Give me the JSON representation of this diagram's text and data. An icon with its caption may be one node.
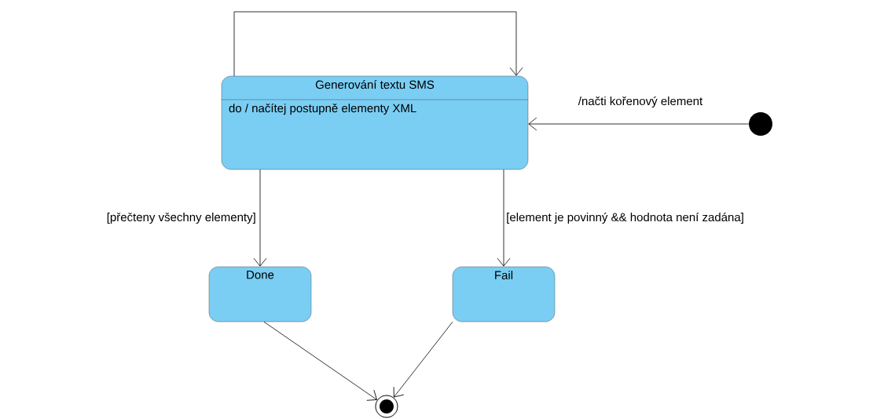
{
  "diagram": {
    "nodes": [
      {
        "text": [
          "Generování textu SMS",
          "do / načítej postupně elementy XML"
        ]
      },
      {
        "text": [],
        "shape": "circle"
      },
      {
        "text": [
          "Done"
        ]
      },
      {
        "text": [
          "Fail"
        ]
      },
      {
        "text": [],
        "shape": "circle"
      }
    ],
    "edges": [
      {
        "from": 0,
        "to": 0,
        "arrow": "to"
      },
      {
        "from": 1,
        "to": 0,
        "arrow": "to",
        "label": "/načti kořenový element"
      },
      {
        "from": 0,
        "to": 2,
        "arrow": "to",
        "label": "[přečteny všechny elementy]"
      },
      {
        "from": 0,
        "to": 3,
        "arrow": "to",
        "label": "[element je povinný && hodnota není zadána]"
      },
      {
        "from": 2,
        "to": 4,
        "arrow": "to"
      },
      {
        "from": 3,
        "to": 4,
        "arrow": "to"
      }
    ]
  }
}
